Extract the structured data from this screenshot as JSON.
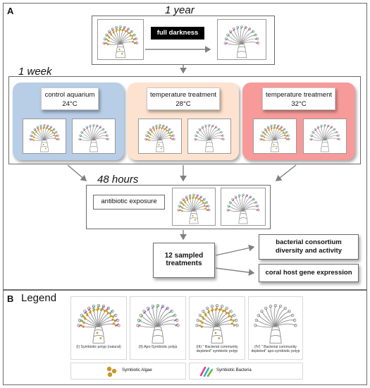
{
  "panel_a": {
    "letter": "A"
  },
  "panel_b": {
    "letter": "B",
    "legend_title": "Legend"
  },
  "stage1": {
    "duration": "1 year",
    "condition": "full darkness"
  },
  "stage2": {
    "duration": "1 week",
    "treatments": [
      {
        "name": "control aquarium",
        "temp": "24°C",
        "color": "#b8cde6"
      },
      {
        "name": "temperature treatment",
        "temp": "28°C",
        "color": "#fde3cf"
      },
      {
        "name": "temperature treatment",
        "temp": "32°C",
        "color": "#f79a9a"
      }
    ]
  },
  "stage3": {
    "duration": "48 hours",
    "step": "antibiotic exposure"
  },
  "outcome": {
    "samples_line1": "12 sampled",
    "samples_line2": "treatments",
    "analysis1_line1": "bacterial consortium",
    "analysis1_line2": "diversity and activity",
    "analysis2": "coral host gene expression"
  },
  "legend": {
    "captions": [
      "(I) Symbiotic polyp (natural)",
      "(II) Apo-Symbiotic polyp",
      "(III) \" Bacterial community depleted\" symbiotic polyp",
      "(IV) \" Bacterial community depleted\" apo-symbiotic polyp"
    ],
    "keys": [
      "Symbiotic Algae",
      "Symbiotic Bacteria"
    ]
  },
  "colors": {
    "algae": "#c8962a",
    "bacteria": [
      "#e03a8f",
      "#2bb5c9",
      "#6dbb3a",
      "#7b5fc9"
    ],
    "arrow": "#808080"
  }
}
